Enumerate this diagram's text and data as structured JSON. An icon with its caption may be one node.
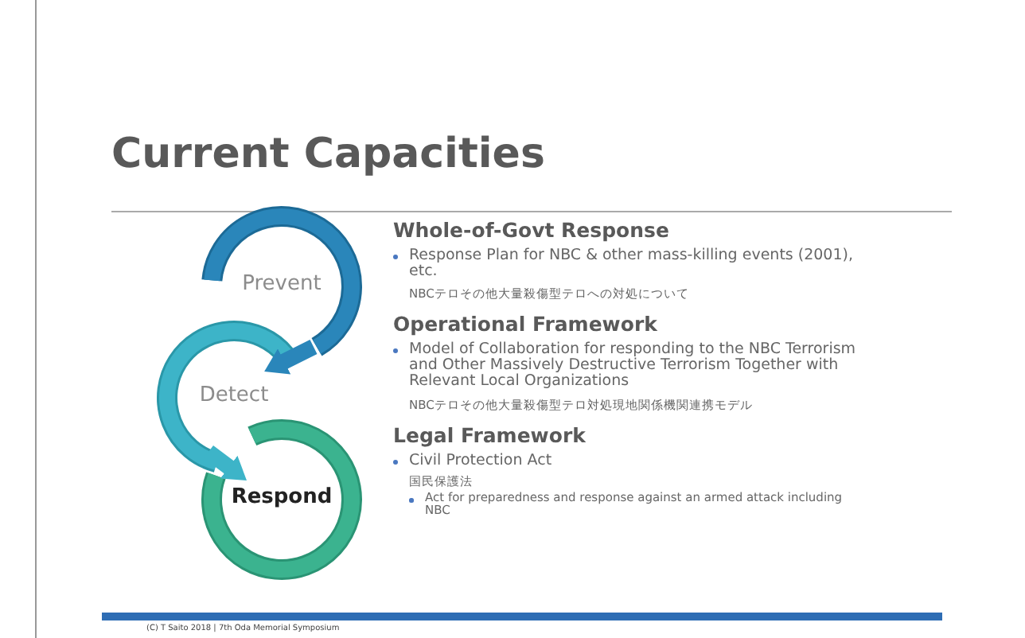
{
  "diagram": {
    "title": "Current Capacities",
    "nodes": [
      {
        "text": [
          "Prevent"
        ]
      },
      {
        "text": [
          "Detect"
        ]
      },
      {
        "text": [
          "Respond"
        ]
      }
    ],
    "edges": [
      {
        "from": 0,
        "to": 1,
        "arrow": "to"
      },
      {
        "from": 1,
        "to": 2,
        "arrow": "to"
      }
    ],
    "labels": [
      "Whole-of-Govt Response",
      "Response Plan for NBC & other mass-killing events (2001), etc.",
      "NBCテロその他大量殺傷型テロへの対処について",
      "Operational Framework",
      "Model of Collaboration for responding to the NBC Terrorism and Other Massively Destructive Terrorism Together with Relevant Local Organizations",
      "NBCテロその他大量殺傷型テロ対処現地関係機関連携モデル",
      "Legal Framework",
      "Civil Protection Act",
      "国民保護法",
      "Act for preparedness and response against an armed attack including NBC",
      "(C) T Saito 2018 | 7th Oda Memorial Symposium"
    ]
  }
}
